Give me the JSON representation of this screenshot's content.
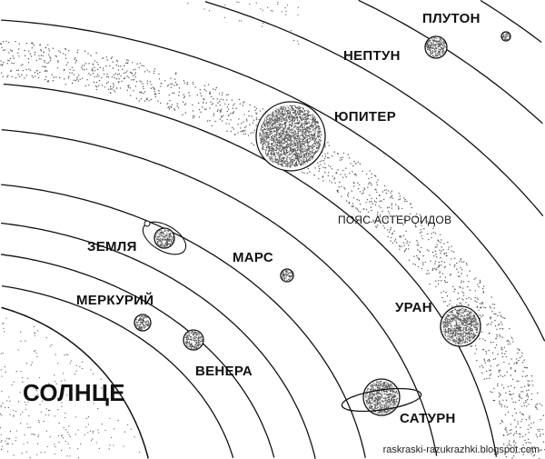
{
  "labels": {
    "pluto": "ПЛУТОН",
    "neptune": "НЕПТУН",
    "jupiter": "ЮПИТЕР",
    "asteroid_belt": "ПОЯС АСТЕРОИДОВ",
    "earth": "ЗЕМЛЯ",
    "mars": "МАРС",
    "mercury": "МЕРКУРИЙ",
    "uranus": "УРАН",
    "venus": "ВЕНЕРА",
    "sun": "СОЛНЦЕ",
    "saturn": "САТУРН"
  },
  "watermark": "raskraski-razukrazhki.blogspot.com",
  "colors": {
    "line": "#111111",
    "stipple": "#555555"
  }
}
